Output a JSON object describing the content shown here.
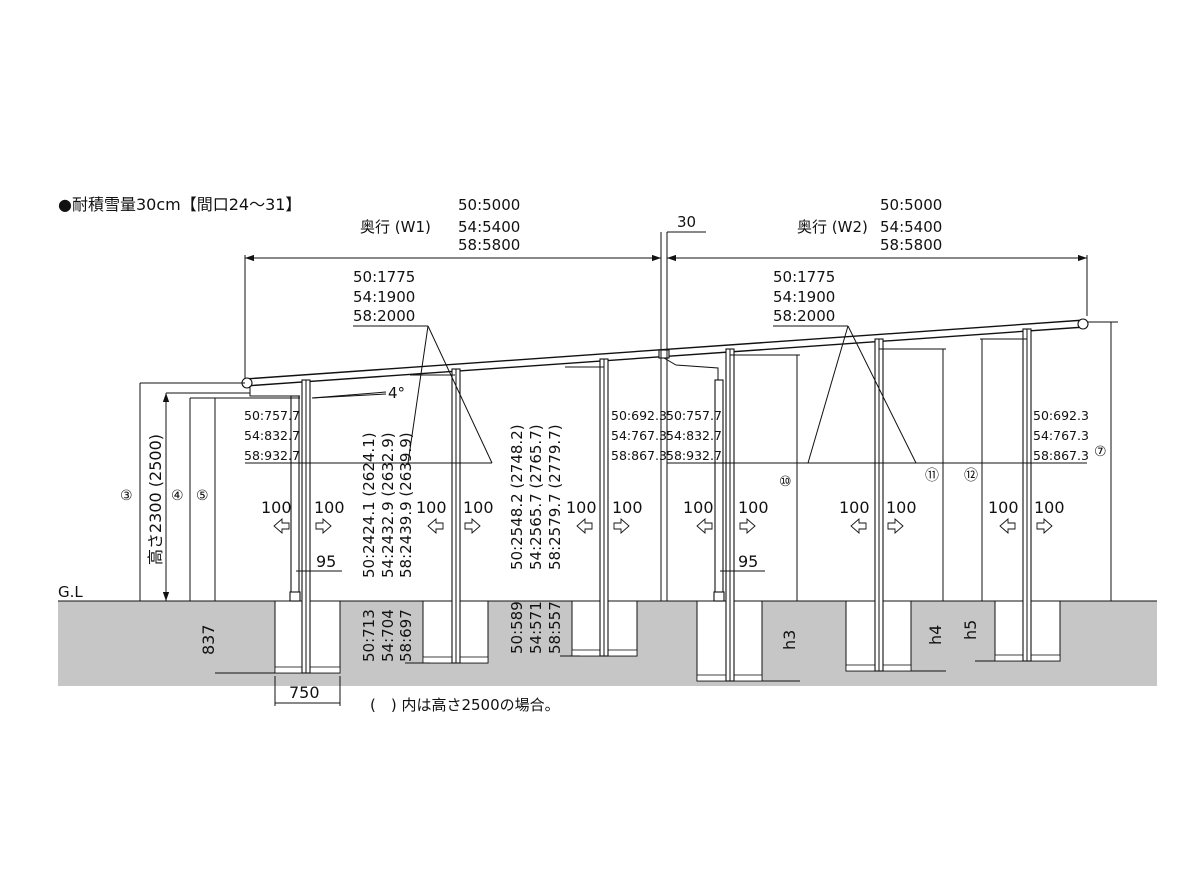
{
  "title": "●耐積雪量30cm【間口24～31】",
  "footnote": "(　) 内は高さ2500の場合。",
  "gl_label": "G.L",
  "top_dims": {
    "w1": {
      "label": "奥行 (W1)",
      "v50": "50:5000",
      "v54": "54:5400",
      "v58": "58:5800"
    },
    "w2": {
      "label": "奥行 (W2)",
      "v50": "50:5000",
      "v54": "54:5400",
      "v58": "58:5800"
    },
    "gap": "30"
  },
  "pitch1": {
    "v50": "50:1775",
    "v54": "54:1900",
    "v58": "58:2000"
  },
  "pitch2": {
    "v50": "50:1775",
    "v54": "54:1900",
    "v58": "58:2000"
  },
  "angle": "4°",
  "eave_a": {
    "v50": "50:757.7",
    "v54": "54:832.7",
    "v58": "58:932.7"
  },
  "eave_b": {
    "v50": "50:692.3",
    "v54": "54:767.3",
    "v58": "58:867.3"
  },
  "eave_c": {
    "v50": "50:757.7",
    "v54": "54:832.7",
    "v58": "58:932.7"
  },
  "eave_d": {
    "v50": "50:692.3",
    "v54": "54:767.3",
    "v58": "58:867.3"
  },
  "heights_left": {
    "main": "高さ2300 (2500)",
    "c3": "③",
    "c4": "④",
    "c5": "⑤"
  },
  "heights_right": {
    "c7": "⑦",
    "c10": "⑩",
    "c11": "⑪",
    "c12": "⑫"
  },
  "post_h1": {
    "v50": "50:2424.1 (2624.1)",
    "v54": "54:2432.9 (2632.9)",
    "v58": "58:2439.9 (2639.9)"
  },
  "post_h2": {
    "v50": "50:2548.2 (2748.2)",
    "v54": "54:2565.7 (2765.7)",
    "v58": "58:2579.7 (2779.7)"
  },
  "depth1": {
    "v50": "50:713",
    "v54": "54:704",
    "v58": "58:697"
  },
  "depth2": {
    "v50": "50:589",
    "v54": "54:571",
    "v58": "58:557"
  },
  "spacing": "100",
  "dim95": "95",
  "dim837": "837",
  "dim750": "750",
  "h3": "h3",
  "h4": "h4",
  "h5": "h5"
}
